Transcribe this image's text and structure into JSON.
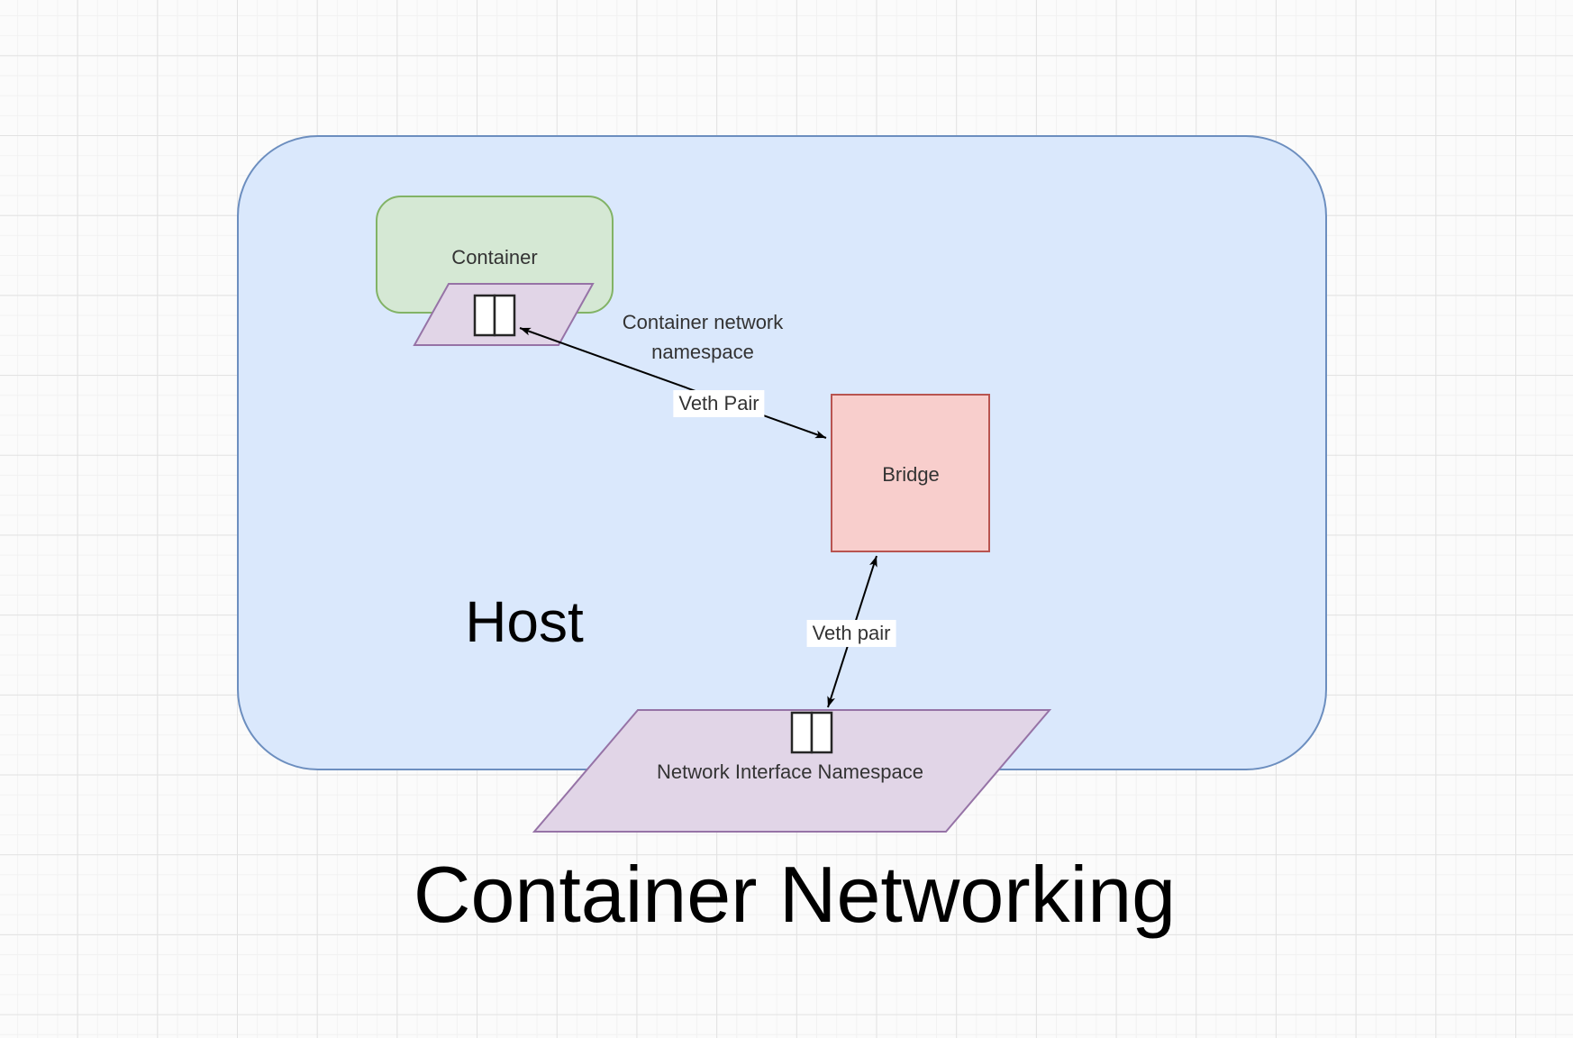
{
  "diagram": {
    "title": "Container Networking",
    "host": {
      "label": "Host"
    },
    "container": {
      "label": "Container"
    },
    "bridge": {
      "label": "Bridge"
    },
    "container_namespace": {
      "line1": "Container network",
      "line2": "namespace"
    },
    "network_interface_namespace": {
      "label": "Network Interface Namespace"
    },
    "edges": {
      "veth_pair_upper": {
        "label": "Veth Pair"
      },
      "veth_pair_lower": {
        "label": "Veth pair"
      }
    },
    "icons": [
      {
        "name": "veth-interface-icon-container",
        "glyph": "split-rectangle"
      },
      {
        "name": "veth-interface-icon-host",
        "glyph": "split-rectangle"
      }
    ]
  },
  "colors": {
    "host_fill": "#dae8fc",
    "host_border": "#6c8ebf",
    "container_fill": "#d5e8d4",
    "container_border": "#82b366",
    "bridge_fill": "#f8cecc",
    "bridge_border": "#b85450",
    "namespace_fill": "#e1d5e7",
    "namespace_border": "#9673a6",
    "arrow": "#000000",
    "label_text": "#333333",
    "grid_minor": "#f2f2f2",
    "grid_major": "#e2e2e2"
  }
}
